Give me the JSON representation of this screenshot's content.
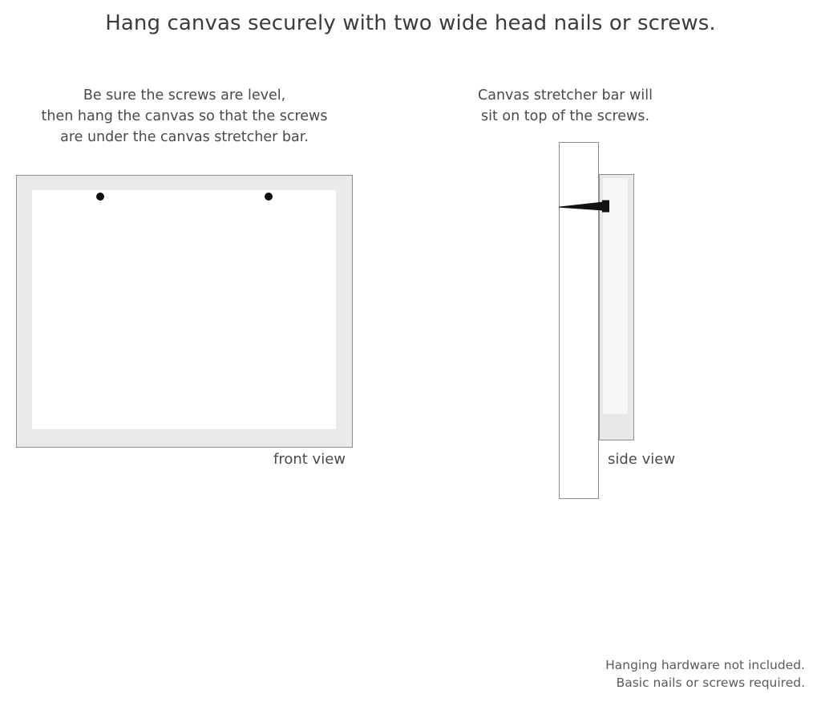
{
  "headline": "Hang canvas securely with two wide head nails or screws.",
  "captions": {
    "left": [
      "Be sure the screws are level,",
      "then hang the canvas so that the screws",
      "are under the canvas stretcher bar."
    ],
    "right": [
      "Canvas stretcher bar will",
      "sit on top of the screws."
    ]
  },
  "labels": {
    "front_view": "front view",
    "side_view": "side view"
  },
  "footer": [
    "Hanging hardware not included.",
    "Basic nails or screws required."
  ],
  "diagram": {
    "front_view": {
      "screw_count": 2,
      "screw_positions": [
        "left",
        "right"
      ],
      "frame_fill": "#eaeaea",
      "inner_fill": "#ffffff",
      "outline": "#8f8f8f",
      "screw_color": "#111111"
    },
    "side_view": {
      "stretcher_bar_fill": "#ffffff",
      "canvas_fill": "#e8e8e8",
      "canvas_inner_fill": "#f6f6f6",
      "outline": "#8f8f8f",
      "nail_color": "#111111"
    }
  },
  "colors": {
    "background": "#ffffff",
    "text": "#3a3a3a",
    "caption_text": "#4a4a4a",
    "footer_text": "#5a5a5a"
  }
}
